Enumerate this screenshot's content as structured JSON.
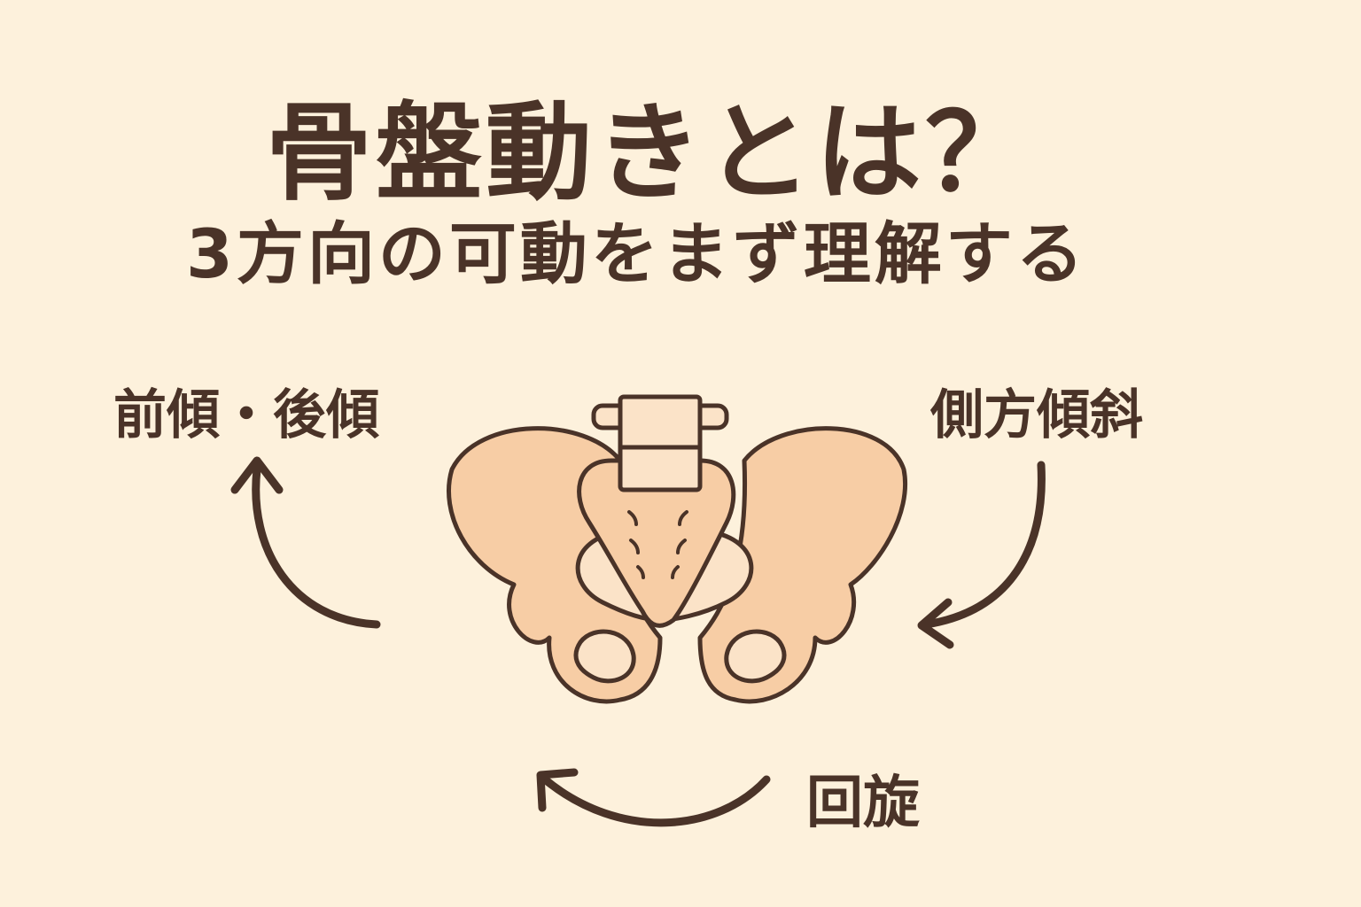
{
  "title": "骨盤動きとは？",
  "subtitle": "3方向の可動をまず理解する",
  "labels": {
    "tilt": "前傾・後傾",
    "lateral": "側方傾斜",
    "rotation": "回旋"
  },
  "colors": {
    "background": "#fdf1dc",
    "text": "#4a3328",
    "bone": "#f7cda5",
    "bone_light": "#fbe3c8"
  }
}
